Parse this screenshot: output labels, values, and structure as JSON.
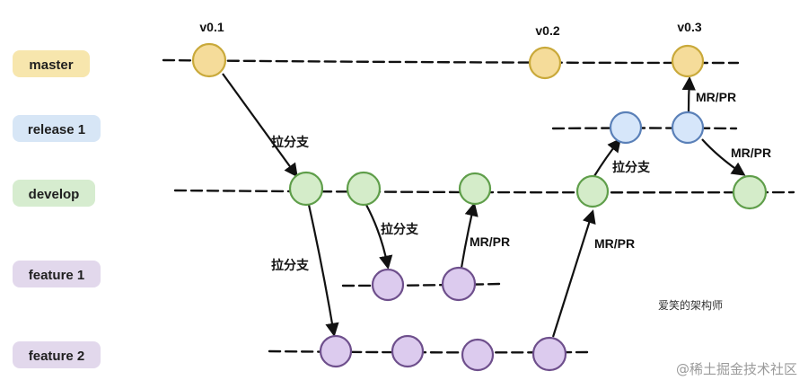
{
  "lanes": [
    {
      "label": "master",
      "fill": "#f7e6ad",
      "node_fill": "#f5dc9a",
      "node_stroke": "#c9a93a"
    },
    {
      "label": "release 1",
      "fill": "#d7e6f6",
      "node_fill": "#d6e6fa",
      "node_stroke": "#5a80b8"
    },
    {
      "label": "develop",
      "fill": "#d6eccf",
      "node_fill": "#d4ecc9",
      "node_stroke": "#5f9e4a"
    },
    {
      "label": "feature 1",
      "fill": "#e2d8ec",
      "node_fill": "#dccbee",
      "node_stroke": "#6e4f8c"
    },
    {
      "label": "feature 2",
      "fill": "#e2d8ec",
      "node_fill": "#dccbee",
      "node_stroke": "#6e4f8c"
    }
  ],
  "version_tags": [
    "v0.1",
    "v0.2",
    "v0.3"
  ],
  "annotations": {
    "branch_off": "拉分支",
    "merge": "MR/PR"
  },
  "caption": "爱笑的架构师",
  "watermark": "@稀土掘金技术社区"
}
